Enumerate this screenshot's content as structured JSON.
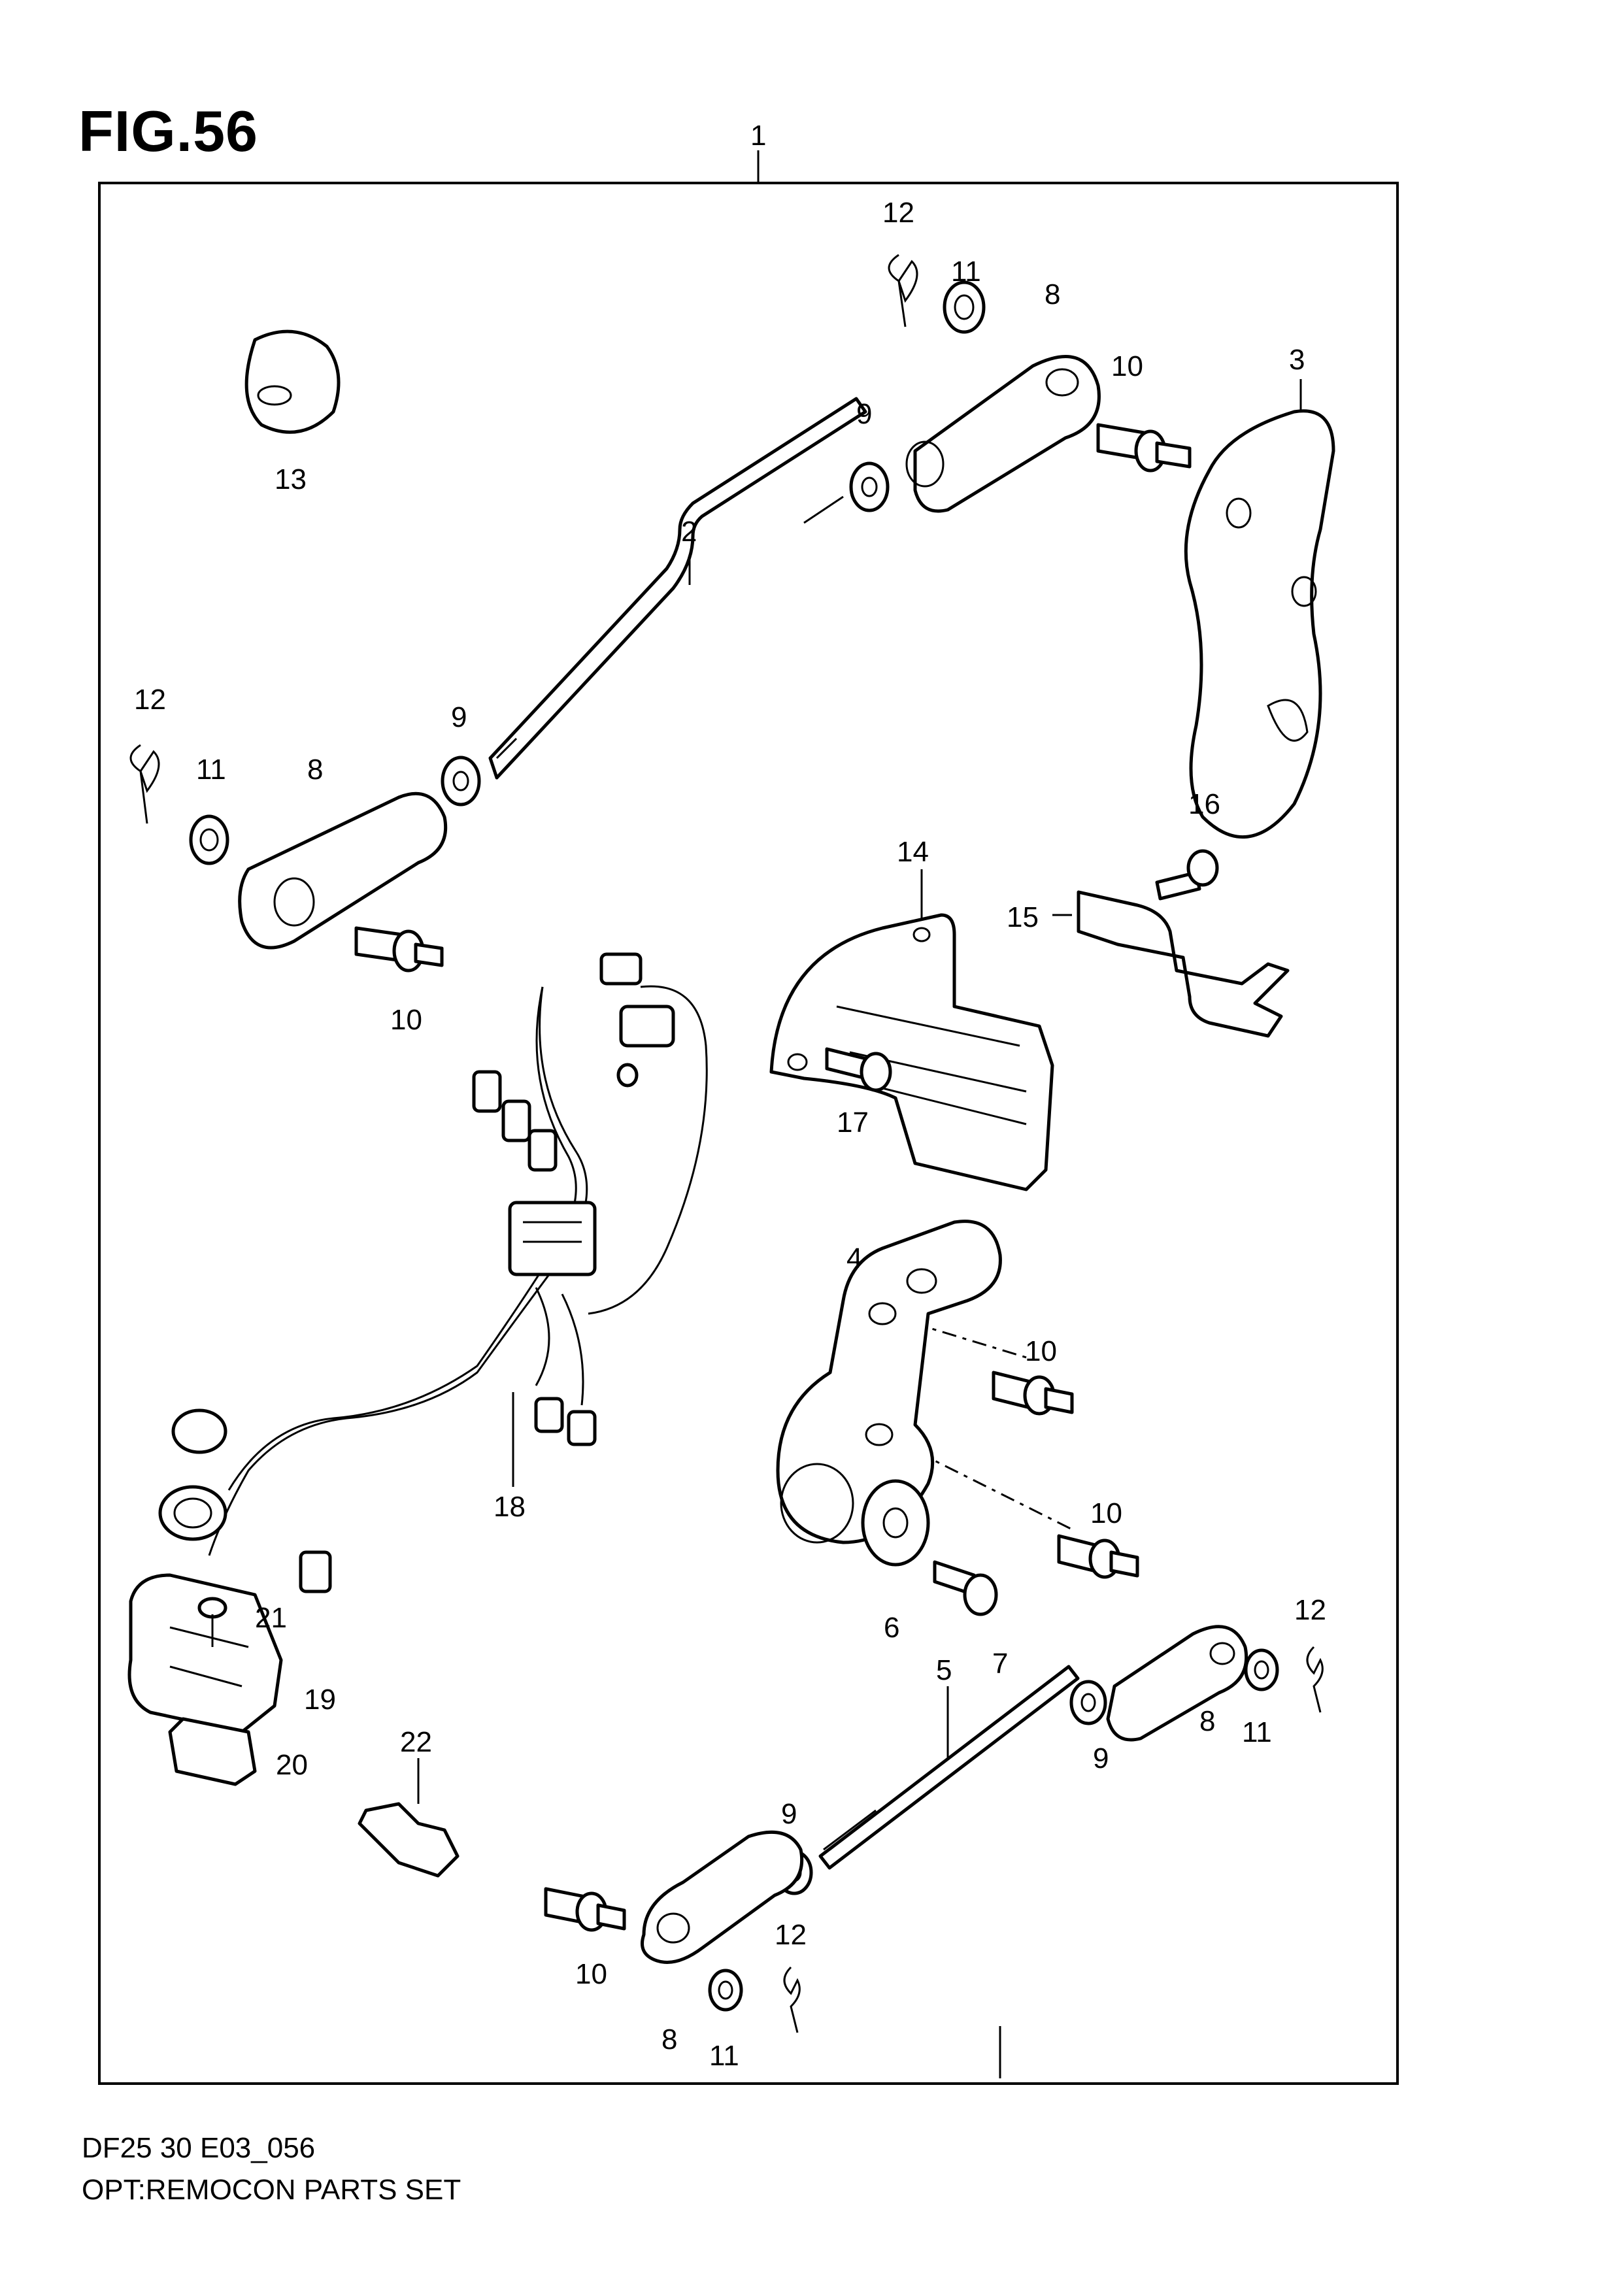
{
  "figure": {
    "title": "FIG.56"
  },
  "footer": {
    "model_code": "DF25 30 E03_056",
    "assembly_name": "OPT:REMOCON PARTS SET"
  },
  "callouts": [
    {
      "id": "c-1",
      "text": "1"
    },
    {
      "id": "c-12a",
      "text": "12"
    },
    {
      "id": "c-11a",
      "text": "11"
    },
    {
      "id": "c-8a",
      "text": "8"
    },
    {
      "id": "c-10a",
      "text": "10"
    },
    {
      "id": "c-3",
      "text": "3"
    },
    {
      "id": "c-9a",
      "text": "9"
    },
    {
      "id": "c-13",
      "text": "13"
    },
    {
      "id": "c-2",
      "text": "2"
    },
    {
      "id": "c-12b",
      "text": "12"
    },
    {
      "id": "c-9b",
      "text": "9"
    },
    {
      "id": "c-11b",
      "text": "11"
    },
    {
      "id": "c-8b",
      "text": "8"
    },
    {
      "id": "c-16",
      "text": "16"
    },
    {
      "id": "c-14",
      "text": "14"
    },
    {
      "id": "c-15",
      "text": "15"
    },
    {
      "id": "c-10b",
      "text": "10"
    },
    {
      "id": "c-17",
      "text": "17"
    },
    {
      "id": "c-4",
      "text": "4"
    },
    {
      "id": "c-10c",
      "text": "10"
    },
    {
      "id": "c-18",
      "text": "18"
    },
    {
      "id": "c-10d",
      "text": "10"
    },
    {
      "id": "c-6",
      "text": "6"
    },
    {
      "id": "c-7",
      "text": "7"
    },
    {
      "id": "c-21",
      "text": "21"
    },
    {
      "id": "c-12c",
      "text": "12"
    },
    {
      "id": "c-19",
      "text": "19"
    },
    {
      "id": "c-8c",
      "text": "8"
    },
    {
      "id": "c-11c",
      "text": "11"
    },
    {
      "id": "c-5",
      "text": "5"
    },
    {
      "id": "c-9c",
      "text": "9"
    },
    {
      "id": "c-22",
      "text": "22"
    },
    {
      "id": "c-20",
      "text": "20"
    },
    {
      "id": "c-9d",
      "text": "9"
    },
    {
      "id": "c-12d",
      "text": "12"
    },
    {
      "id": "c-10e",
      "text": "10"
    },
    {
      "id": "c-8d",
      "text": "8"
    },
    {
      "id": "c-11d",
      "text": "11"
    }
  ]
}
